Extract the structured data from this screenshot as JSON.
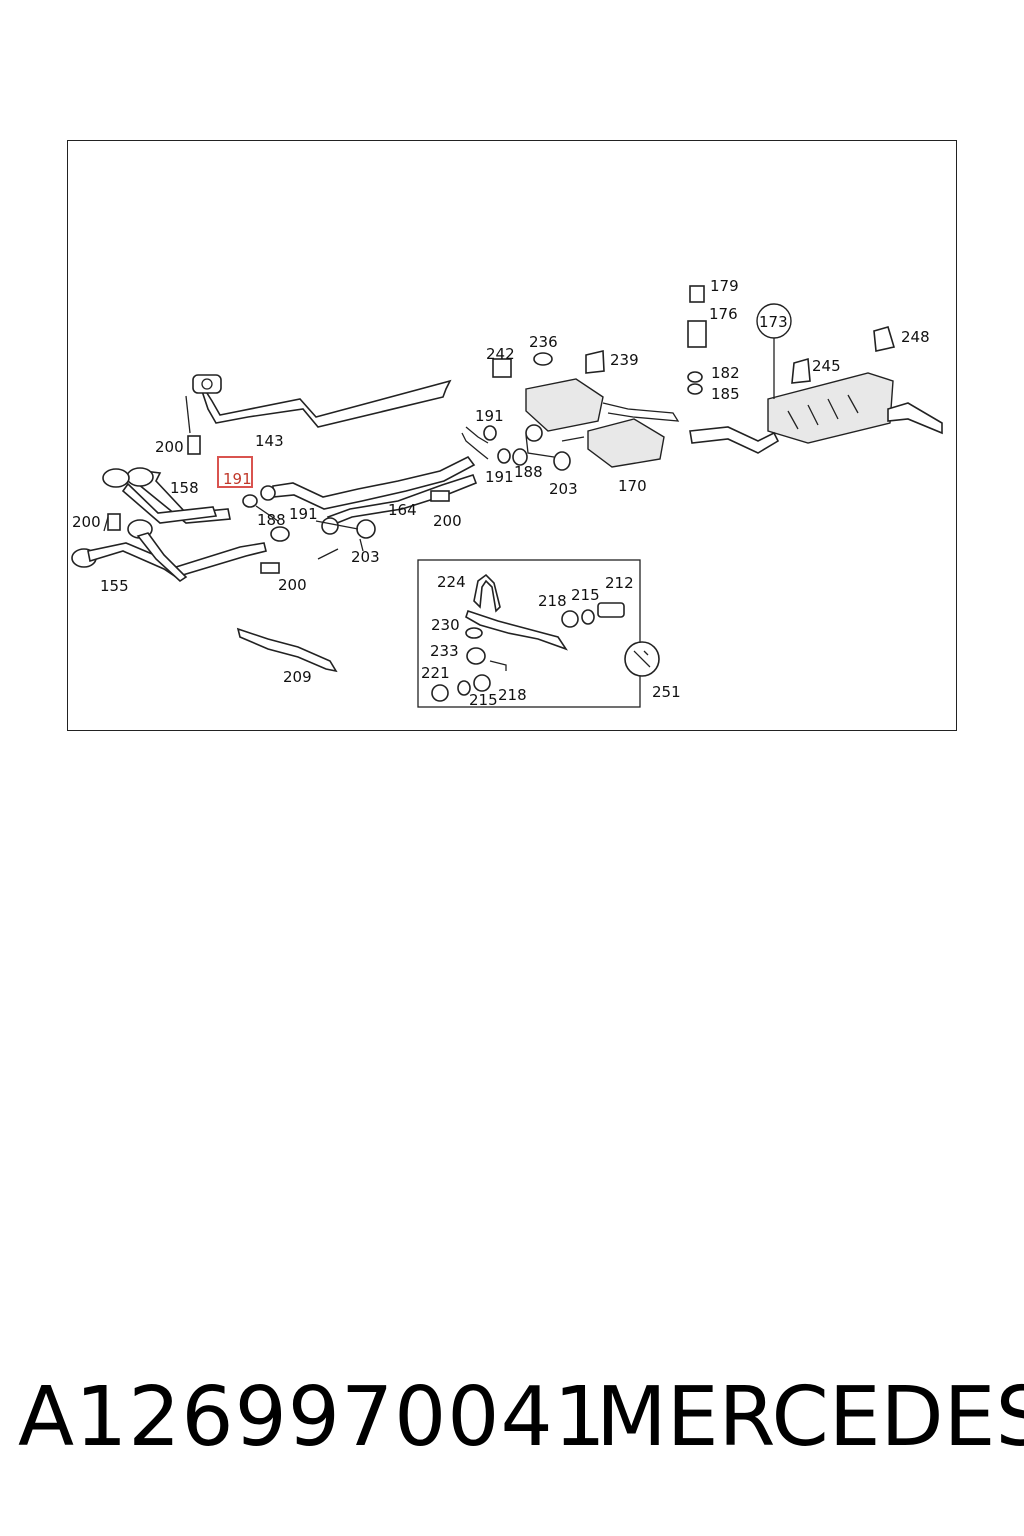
{
  "diagram": {
    "labels": {
      "l179": "179",
      "l176": "176",
      "l173": "173",
      "l248": "248",
      "l242": "242",
      "l236": "236",
      "l239": "239",
      "l182": "182",
      "l185": "185",
      "l245": "245",
      "l191a": "191",
      "l200a": "200",
      "l143": "143",
      "l191h": "191",
      "l158": "158",
      "l191b": "191",
      "l188a": "188",
      "l203a": "203",
      "l170": "170",
      "l200b": "200",
      "l164": "164",
      "l200c": "200",
      "l188b": "188",
      "l191c": "191",
      "l203b": "203",
      "l155": "155",
      "l200d": "200",
      "l209": "209",
      "l224": "224",
      "l218a": "218",
      "l215a": "215",
      "l212": "212",
      "l230": "230",
      "l233": "233",
      "l221": "221",
      "l215b": "215",
      "l218b": "218",
      "l251": "251"
    },
    "highlight_color": "#d9534f"
  },
  "footer": {
    "part_number": "A1269970041",
    "brand": "MERCEDES"
  }
}
